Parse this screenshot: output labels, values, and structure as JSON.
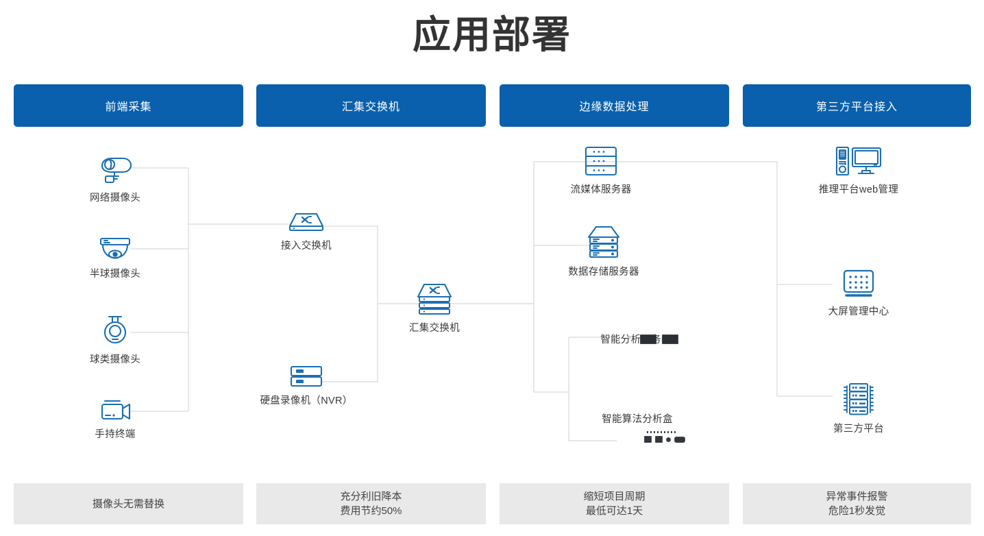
{
  "page": {
    "title": "应用部署",
    "accent_blue": "#0A60AC",
    "icon_blue": "#1B6FB2",
    "footer_bg": "#E9E9E9",
    "line_color": "#D2D2D2"
  },
  "columns": [
    {
      "header": "前端采集",
      "footer_lines": [
        "摄像头无需替换"
      ],
      "nodes": [
        {
          "label": "网络摄像头",
          "icon": "bullet-camera-icon"
        },
        {
          "label": "半球摄像头",
          "icon": "dome-camera-icon"
        },
        {
          "label": "球类摄像头",
          "icon": "ptz-ball-camera-icon"
        },
        {
          "label": "手持终端",
          "icon": "handheld-camcorder-icon"
        }
      ]
    },
    {
      "header": "汇集交换机",
      "footer_lines": [
        "充分利旧降本",
        "费用节约50%"
      ],
      "nodes": [
        {
          "label": "接入交换机",
          "icon": "access-switch-icon"
        },
        {
          "label": "硬盘录像机（NVR）",
          "icon": "nvr-icon"
        },
        {
          "label": "汇集交换机",
          "icon": "aggregation-switch-icon"
        }
      ]
    },
    {
      "header": "边缘数据处理",
      "footer_lines": [
        "缩短项目周期",
        "最低可达1天"
      ],
      "nodes": [
        {
          "label": "流媒体服务器",
          "icon": "streaming-server-icon"
        },
        {
          "label": "数据存储服务器",
          "icon": "storage-server-icon"
        },
        {
          "label": "智能分析服务器",
          "icon": "ai-analysis-server-photo"
        },
        {
          "label": "智能算法分析盒",
          "icon": "ai-algorithm-box-photo"
        }
      ]
    },
    {
      "header": "第三方平台接入",
      "footer_lines": [
        "异常事件报警",
        "危险1秒发觉"
      ],
      "nodes": [
        {
          "label": "推理平台web管理",
          "icon": "desktop-pc-icon"
        },
        {
          "label": "大屏管理中心",
          "icon": "video-wall-icon"
        },
        {
          "label": "第三方平台",
          "icon": "third-party-rack-icon"
        }
      ]
    }
  ]
}
